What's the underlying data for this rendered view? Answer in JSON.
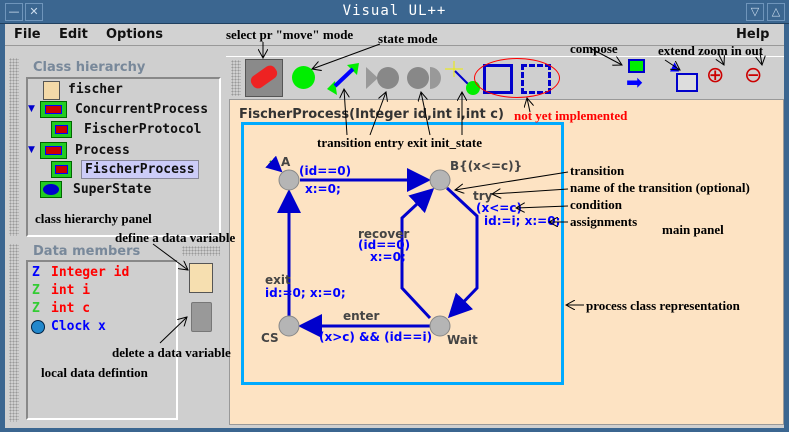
{
  "window": {
    "title": "Visual UL++"
  },
  "menu": {
    "file": "File",
    "edit": "Edit",
    "options": "Options",
    "help": "Help"
  },
  "class_hierarchy": {
    "title": "Class hierarchy",
    "items": [
      {
        "label": "fischer",
        "icon": "file-gear-icon"
      },
      {
        "label": "ConcurrentProcess",
        "icon": "folder-icon"
      },
      {
        "label": "FischerProtocol",
        "icon": "class-icon"
      },
      {
        "label": "Process",
        "icon": "folder-icon"
      },
      {
        "label": "FischerProcess",
        "icon": "class-icon",
        "selected": true
      },
      {
        "label": "SuperState",
        "icon": "superstate-icon"
      }
    ]
  },
  "data_members": {
    "title": "Data members",
    "items": [
      {
        "label": "Integer id",
        "color": "#ff0000"
      },
      {
        "label": "int i",
        "color": "#ff0000"
      },
      {
        "label": "int c",
        "color": "#ff0000"
      },
      {
        "label": "Clock x",
        "color": "#0000ff"
      }
    ]
  },
  "diagram": {
    "header": "FischerProcess(Integer id,int i,int c)",
    "states": {
      "a": "A",
      "b": "B{(x<=c)}",
      "cs": "CS",
      "wait": "Wait"
    },
    "a_b": {
      "guard": "(id==0)",
      "assign": "x:=0;"
    },
    "b_wait": {
      "name": "try",
      "guard": "(x<=c)",
      "assign": "id:=i; x:=0;"
    },
    "wait_b": {
      "name": "recover",
      "guard": "(id==0)",
      "assign": "x:=0;"
    },
    "cs_a": {
      "name": "exit",
      "assign": "id:=0; x:=0;"
    },
    "wait_cs": {
      "name": "enter",
      "guard": "(x>c) && (id==i)"
    }
  },
  "annotations": {
    "select": "select pr \"move\" mode",
    "state": "state mode",
    "compose": "compose",
    "extend": "extend zoom in out",
    "not_impl": "not yet implemented",
    "tools": "transition entry exit init_state",
    "transition": "transition",
    "name": "name of the transition (optional)",
    "condition": "condition",
    "assignments": "assignments",
    "main_panel": "main panel",
    "process": "process class representation",
    "hier_panel": "class hierarchy panel",
    "define": "define a data variable",
    "delete": "delete a data variable",
    "local": "local data defintion"
  }
}
